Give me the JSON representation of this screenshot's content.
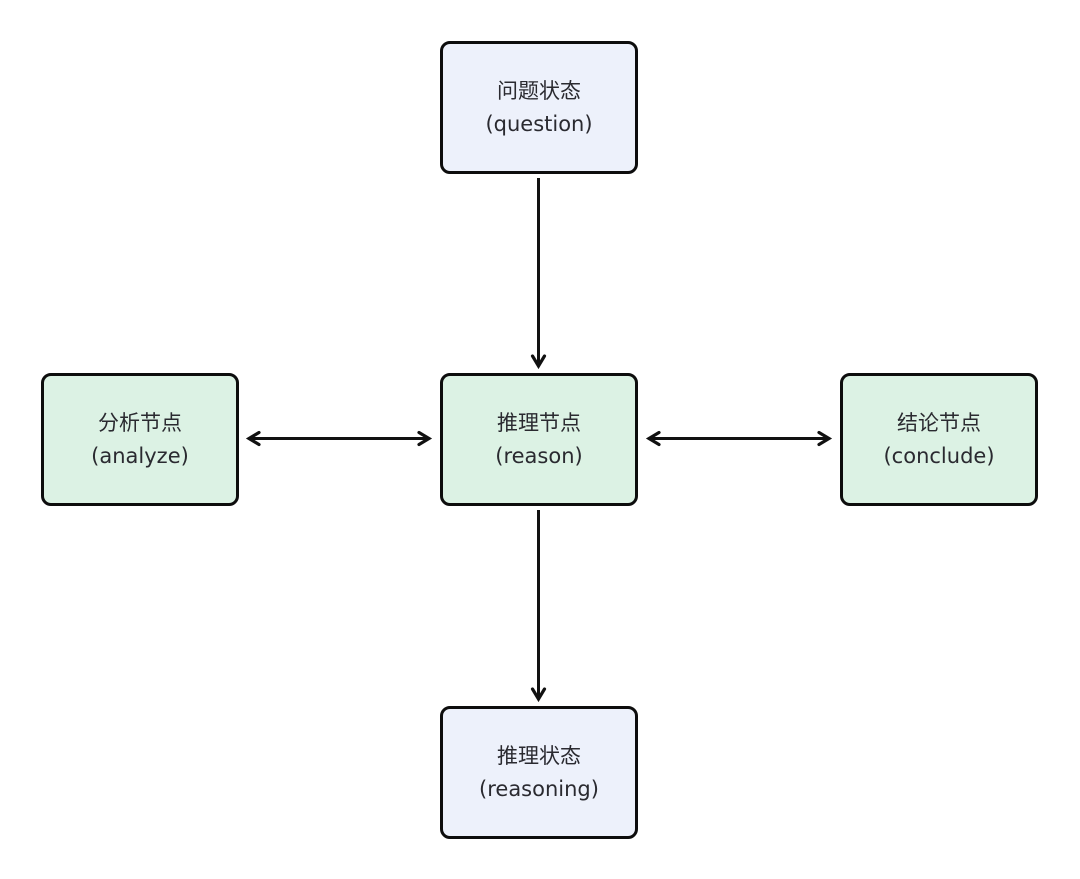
{
  "colors": {
    "state_fill": "#edf1fb",
    "process_fill": "#dcf2e4",
    "border": "#0d0d0d",
    "arrow": "#111111",
    "text": "#2a2a30",
    "canvas_bg": "#ffffff"
  },
  "nodes": {
    "question": {
      "title": "问题状态",
      "subtitle": "(question)",
      "type": "state"
    },
    "analyze": {
      "title": "分析节点",
      "subtitle": "(analyze)",
      "type": "process"
    },
    "reason": {
      "title": "推理节点",
      "subtitle": "(reason)",
      "type": "process"
    },
    "conclude": {
      "title": "结论节点",
      "subtitle": "(conclude)",
      "type": "process"
    },
    "reasoning": {
      "title": "推理状态",
      "subtitle": "(reasoning)",
      "type": "state"
    }
  },
  "edges": [
    {
      "from": "question",
      "to": "reason",
      "direction": "one-way"
    },
    {
      "from": "analyze",
      "to": "reason",
      "direction": "two-way"
    },
    {
      "from": "reason",
      "to": "conclude",
      "direction": "two-way"
    },
    {
      "from": "reason",
      "to": "reasoning",
      "direction": "one-way"
    }
  ]
}
